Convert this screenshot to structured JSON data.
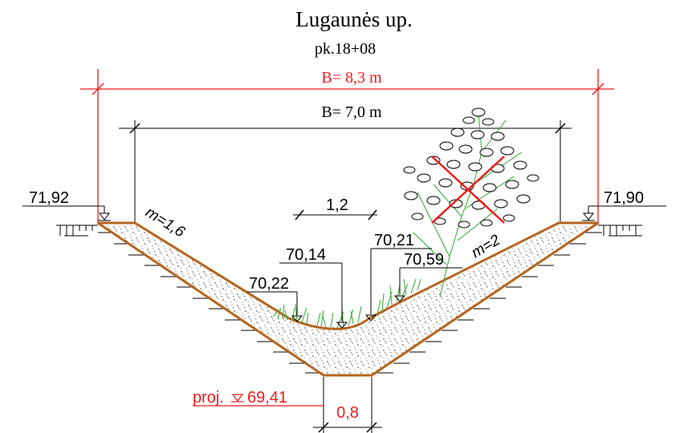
{
  "title": "Lugaunės up.",
  "station": "pk.18+08",
  "width_new": "B= 8,3 m",
  "width_old": "B= 7,0 m",
  "levels": {
    "left_top": "71,92",
    "right_top": "71,90",
    "left_bottom": "70,22",
    "center_bottom": "70,14",
    "right_bottom": "70,21",
    "right_slope": "70,59"
  },
  "slope_left": "m=1,6",
  "slope_right": "m=2",
  "bottom_width_old": "1,2",
  "bottom_width_new": "0,8",
  "proj_label": "proj.",
  "proj_level": "69,41",
  "colors": {
    "red": "#ee1c1c",
    "brown": "#b5651d",
    "green": "#2eaa2e",
    "black": "#000000"
  }
}
